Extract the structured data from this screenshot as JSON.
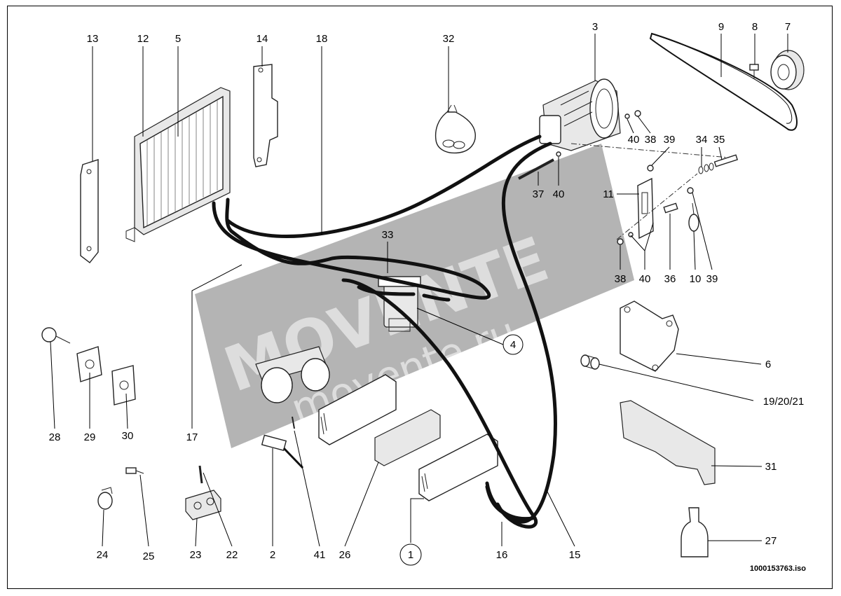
{
  "diagram": {
    "callouts": {
      "c1": "1",
      "c2": "2",
      "c3": "3",
      "c4": "4",
      "c5": "5",
      "c6": "6",
      "c7": "7",
      "c8": "8",
      "c9": "9",
      "c10": "10",
      "c11": "11",
      "c12": "12",
      "c13": "13",
      "c14": "14",
      "c15": "15",
      "c16": "16",
      "c17": "17",
      "c18": "18",
      "c192021": "19/20/21",
      "c22": "22",
      "c23": "23",
      "c24": "24",
      "c25": "25",
      "c26": "26",
      "c27": "27",
      "c28": "28",
      "c29": "29",
      "c30": "30",
      "c31": "31",
      "c32": "32",
      "c33": "33",
      "c34": "34",
      "c35": "35",
      "c36": "36",
      "c37": "37",
      "c38a": "38",
      "c38b": "38",
      "c39a": "39",
      "c39b": "39",
      "c40a": "40",
      "c40b": "40",
      "c40c": "40",
      "c41": "41"
    },
    "document_id": "1000153763.iso",
    "watermark": {
      "brand": "MOVENTE",
      "domain": "movente.ru"
    }
  }
}
